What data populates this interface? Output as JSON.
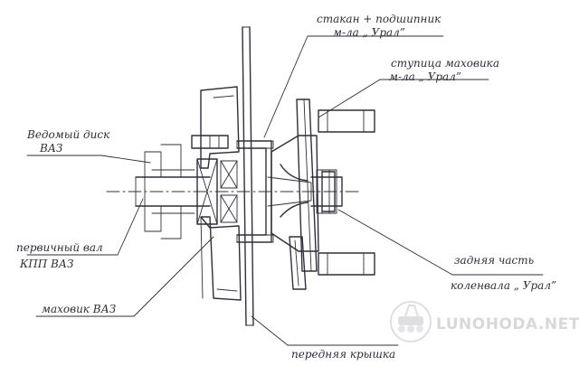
{
  "labels": {
    "cup_bearing_1": "стакан + подшипник",
    "cup_bearing_2": "м-ла „ Урал”",
    "flywheel_hub_1": "ступица маховика",
    "flywheel_hub_2": "м-ла „ Урал”",
    "driven_disc_1": "Ведомый диск",
    "driven_disc_2": "ВАЗ",
    "primary_shaft_1": "первичный вал",
    "primary_shaft_2": "КПП ВАЗ",
    "rear_crank_1": "задняя часть",
    "rear_crank_2": "коленвала „ Урал”",
    "flywheel_vaz": "маховик ВАЗ",
    "front_cover": "передняя крышка"
  },
  "watermark": {
    "text": "LUNOHODA.NET"
  },
  "colors": {
    "ink": "#2f2f3c",
    "watermark": "#d8d8dc"
  }
}
